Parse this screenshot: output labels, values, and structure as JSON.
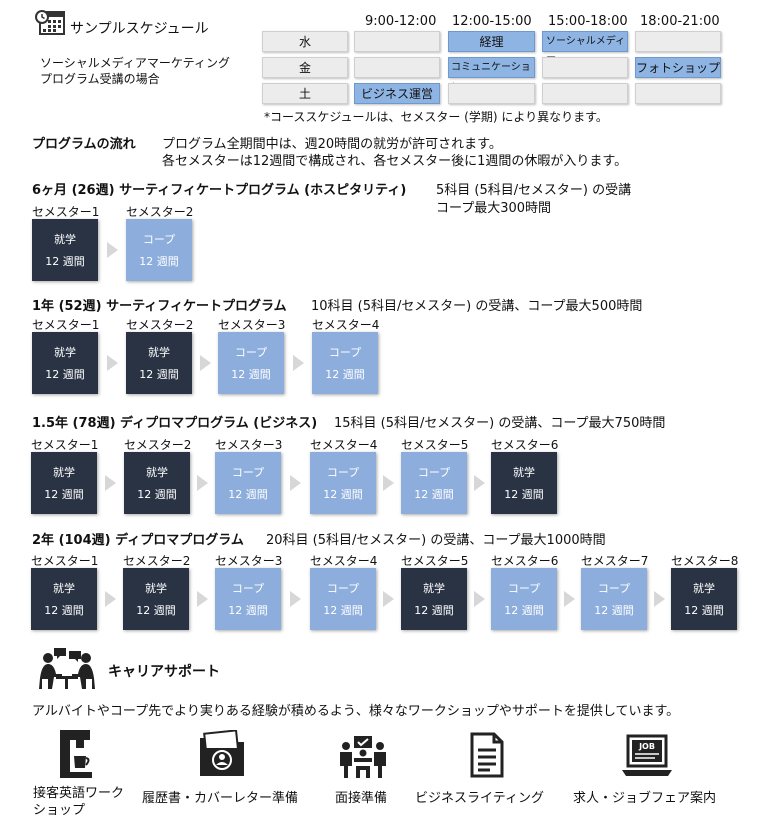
{
  "header": {
    "title": "サンプルスケジュール",
    "subtitle_line1": "ソーシャルメディアマーケティング",
    "subtitle_line2": "プログラム受講の場合"
  },
  "schedule": {
    "times": [
      "9:00-12:00",
      "12:00-15:00",
      "15:00-18:00",
      "18:00-21:00"
    ],
    "days": [
      "水",
      "金",
      "土"
    ],
    "classes": [
      [
        "",
        "経理",
        "ソーシャルメディア",
        ""
      ],
      [
        "",
        "コミュニケーション",
        "",
        "フォトショップ"
      ],
      [
        "ビジネス運営",
        "",
        "",
        ""
      ]
    ],
    "note": "*コーススケジュールは、セメスター (学期) により異なります。"
  },
  "flow": {
    "heading": "プログラムの流れ",
    "line1": "プログラム全期間中は、週20時間の就労が許可されます。",
    "line2": "各セメスターは12週間で構成され、各セメスター後に1週間の休暇が入ります。"
  },
  "programs": [
    {
      "title": "6ヶ月 (26週) サーティフィケートプログラム (ホスピタリティ)",
      "desc1": "5科目 (5科目/セメスター) の受講",
      "desc2": "コープ最大300時間",
      "semesters": [
        {
          "label": "セメスター1",
          "type": "就学",
          "weeks": "12 週間"
        },
        {
          "label": "セメスター2",
          "type": "コープ",
          "weeks": "12 週間"
        }
      ]
    },
    {
      "title": "1年 (52週) サーティフィケートプログラム",
      "desc1": "10科目 (5科目/セメスター) の受講、コープ最大500時間",
      "semesters": [
        {
          "label": "セメスター1",
          "type": "就学",
          "weeks": "12 週間"
        },
        {
          "label": "セメスター2",
          "type": "就学",
          "weeks": "12 週間"
        },
        {
          "label": "セメスター3",
          "type": "コープ",
          "weeks": "12 週間"
        },
        {
          "label": "セメスター4",
          "type": "コープ",
          "weeks": "12 週間"
        }
      ]
    },
    {
      "title": "1.5年 (78週) ディプロマプログラム (ビジネス)",
      "desc1": "15科目 (5科目/セメスター) の受講、コープ最大750時間",
      "semesters": [
        {
          "label": "セメスター1",
          "type": "就学",
          "weeks": "12 週間"
        },
        {
          "label": "セメスター2",
          "type": "就学",
          "weeks": "12 週間"
        },
        {
          "label": "セメスター3",
          "type": "コープ",
          "weeks": "12 週間"
        },
        {
          "label": "セメスター4",
          "type": "コープ",
          "weeks": "12 週間"
        },
        {
          "label": "セメスター5",
          "type": "コープ",
          "weeks": "12 週間"
        },
        {
          "label": "セメスター6",
          "type": "就学",
          "weeks": "12 週間"
        }
      ]
    },
    {
      "title": "2年 (104週) ディプロマプログラム",
      "desc1": "20科目 (5科目/セメスター) の受講、コープ最大1000時間",
      "semesters": [
        {
          "label": "セメスター1",
          "type": "就学",
          "weeks": "12 週間"
        },
        {
          "label": "セメスター2",
          "type": "就学",
          "weeks": "12 週間"
        },
        {
          "label": "セメスター3",
          "type": "コープ",
          "weeks": "12 週間"
        },
        {
          "label": "セメスター4",
          "type": "コープ",
          "weeks": "12 週間"
        },
        {
          "label": "セメスター5",
          "type": "就学",
          "weeks": "12 週間"
        },
        {
          "label": "セメスター6",
          "type": "コープ",
          "weeks": "12 週間"
        },
        {
          "label": "セメスター7",
          "type": "コープ",
          "weeks": "12 週間"
        },
        {
          "label": "セメスター8",
          "type": "就学",
          "weeks": "12 週間"
        }
      ]
    }
  ],
  "career": {
    "heading": "キャリアサポート",
    "desc": "アルバイトやコープ先でより実りある経験が積めるよう、様々なワークショップやサポートを提供しています。",
    "items": [
      {
        "label_line1": "接客英語ワーク",
        "label_line2": "ショップ",
        "icon": "coffee-machine-icon"
      },
      {
        "label_line1": "履歴書・カバーレター準備",
        "label_line2": "",
        "icon": "resume-folder-icon"
      },
      {
        "label_line1": "面接準備",
        "label_line2": "",
        "icon": "interview-icon"
      },
      {
        "label_line1": "ビジネスライティング",
        "label_line2": "",
        "icon": "document-icon"
      },
      {
        "label_line1": "求人・ジョブフェア案内",
        "label_line2": "",
        "icon": "job-laptop-icon"
      }
    ],
    "job_screen_text": "JOB"
  },
  "colors": {
    "study": "#2a3344",
    "coop": "#8daedc",
    "class_cell": "#8eb4e3",
    "empty_cell": "#ececec"
  }
}
